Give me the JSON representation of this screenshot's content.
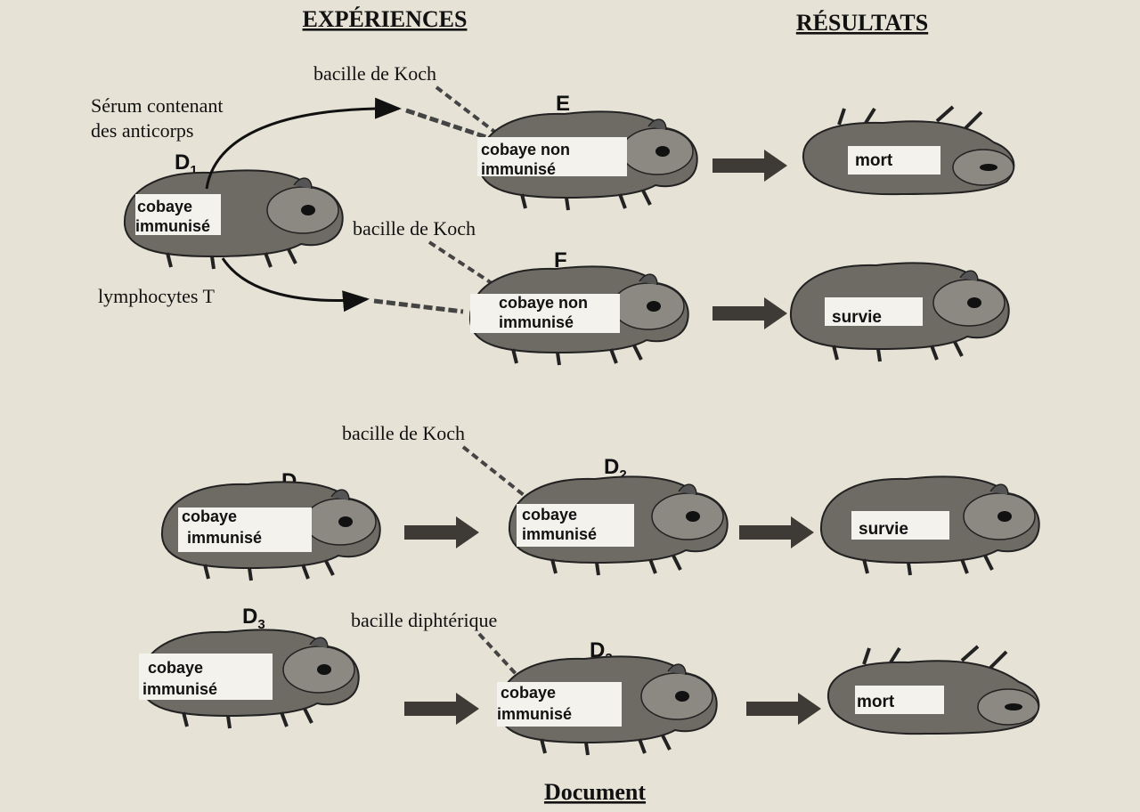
{
  "headings": {
    "experiences": "EXPÉRIENCES",
    "results": "RÉSULTATS",
    "document": "Document"
  },
  "labels": {
    "bacille_koch": "bacille de Koch",
    "serum_line1": "Sérum contenant",
    "serum_line2": "des anticorps",
    "lymphocytes": "lymphocytes T",
    "bacille_diphterique": "bacille diphtérique"
  },
  "donors": {
    "d1": "D",
    "d1_sub": "1",
    "d2": "D",
    "d2_sub": "2",
    "d3": "D",
    "d3_sub": "3"
  },
  "recipients": {
    "e": "E",
    "f": "F"
  },
  "guinea_pig": {
    "immunized_l1": "cobaye",
    "immunized_l2": "immunisé",
    "non_l1": "cobaye non",
    "non_l2": "immunisé"
  },
  "results": {
    "r1": "mort",
    "r2": "survie",
    "r3": "survie",
    "r4": "mort"
  },
  "colors": {
    "background": "#e7e2d6",
    "body": "#6e6a64",
    "face": "#8c8882",
    "ink": "#111111",
    "patch": "#f4f2ec"
  }
}
